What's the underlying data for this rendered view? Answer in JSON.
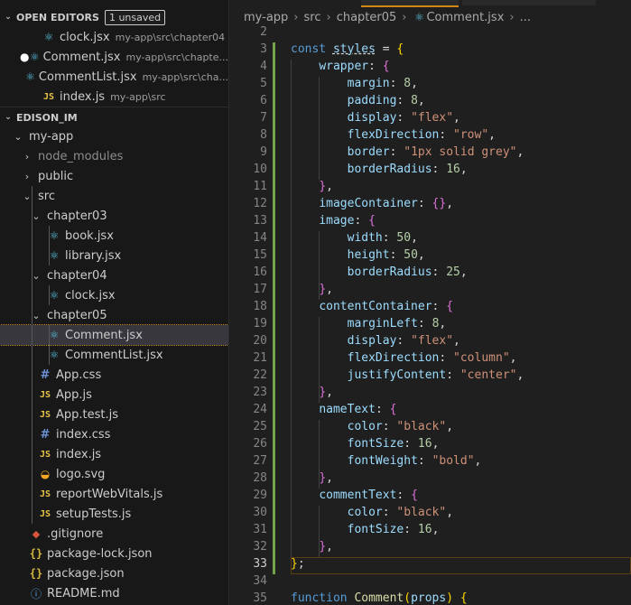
{
  "explorer": {
    "open_editors_label": "OPEN EDITORS",
    "unsaved_badge": "1 unsaved",
    "open_editors": [
      {
        "name": "clock.jsx",
        "path": "my-app\\src\\chapter04",
        "icon": "react-icon",
        "dirty": false
      },
      {
        "name": "Comment.jsx",
        "path": "my-app\\src\\chapte...",
        "icon": "react-icon",
        "dirty": true
      },
      {
        "name": "CommentList.jsx",
        "path": "my-app\\src\\cha...",
        "icon": "react-icon",
        "dirty": false
      },
      {
        "name": "index.js",
        "path": "my-app\\src",
        "icon": "js-icon",
        "dirty": false
      }
    ],
    "workspace_label": "EDISON_IM",
    "tree": [
      {
        "name": "my-app",
        "kind": "folder-open",
        "depth": 0
      },
      {
        "name": "node_modules",
        "kind": "folder-closed",
        "depth": 1,
        "dim": true
      },
      {
        "name": "public",
        "kind": "folder-closed",
        "depth": 1
      },
      {
        "name": "src",
        "kind": "folder-open",
        "depth": 1
      },
      {
        "name": "chapter03",
        "kind": "folder-open",
        "depth": 2
      },
      {
        "name": "book.jsx",
        "kind": "react",
        "depth": 3
      },
      {
        "name": "library.jsx",
        "kind": "react",
        "depth": 3
      },
      {
        "name": "chapter04",
        "kind": "folder-open",
        "depth": 2
      },
      {
        "name": "clock.jsx",
        "kind": "react",
        "depth": 3
      },
      {
        "name": "chapter05",
        "kind": "folder-open",
        "depth": 2
      },
      {
        "name": "Comment.jsx",
        "kind": "react",
        "depth": 3,
        "selected": true
      },
      {
        "name": "CommentList.jsx",
        "kind": "react",
        "depth": 3
      },
      {
        "name": "App.css",
        "kind": "css",
        "depth": 2
      },
      {
        "name": "App.js",
        "kind": "js",
        "depth": 2
      },
      {
        "name": "App.test.js",
        "kind": "js",
        "depth": 2
      },
      {
        "name": "index.css",
        "kind": "css",
        "depth": 2
      },
      {
        "name": "index.js",
        "kind": "js",
        "depth": 2
      },
      {
        "name": "logo.svg",
        "kind": "svg",
        "depth": 2
      },
      {
        "name": "reportWebVitals.js",
        "kind": "js",
        "depth": 2
      },
      {
        "name": "setupTests.js",
        "kind": "js",
        "depth": 2
      },
      {
        "name": ".gitignore",
        "kind": "git",
        "depth": 1
      },
      {
        "name": "package-lock.json",
        "kind": "json",
        "depth": 1
      },
      {
        "name": "package.json",
        "kind": "json",
        "depth": 1
      },
      {
        "name": "README.md",
        "kind": "md",
        "depth": 1
      }
    ]
  },
  "breadcrumbs": [
    "my-app",
    "src",
    "chapter05",
    "Comment.jsx",
    "..."
  ],
  "editor": {
    "current_line": 33,
    "lines": [
      {
        "n": "2",
        "tokens": []
      },
      {
        "n": "3",
        "tokens": [
          [
            "kw",
            "const "
          ],
          [
            "var squig",
            "styles"
          ],
          [
            "p",
            " = "
          ],
          [
            "b1",
            "{"
          ]
        ]
      },
      {
        "n": "4",
        "tokens": [
          [
            "p",
            "    "
          ],
          [
            "var",
            "wrapper"
          ],
          [
            "p",
            ": "
          ],
          [
            "b2",
            "{"
          ]
        ]
      },
      {
        "n": "5",
        "tokens": [
          [
            "p",
            "        "
          ],
          [
            "var",
            "margin"
          ],
          [
            "p",
            ": "
          ],
          [
            "num",
            "8"
          ],
          [
            "p",
            ","
          ]
        ]
      },
      {
        "n": "6",
        "tokens": [
          [
            "p",
            "        "
          ],
          [
            "var",
            "padding"
          ],
          [
            "p",
            ": "
          ],
          [
            "num",
            "8"
          ],
          [
            "p",
            ","
          ]
        ]
      },
      {
        "n": "7",
        "tokens": [
          [
            "p",
            "        "
          ],
          [
            "var",
            "display"
          ],
          [
            "p",
            ": "
          ],
          [
            "str",
            "\"flex\""
          ],
          [
            "p",
            ","
          ]
        ]
      },
      {
        "n": "8",
        "tokens": [
          [
            "p",
            "        "
          ],
          [
            "var",
            "flexDirection"
          ],
          [
            "p",
            ": "
          ],
          [
            "str",
            "\"row\""
          ],
          [
            "p",
            ","
          ]
        ]
      },
      {
        "n": "9",
        "tokens": [
          [
            "p",
            "        "
          ],
          [
            "var",
            "border"
          ],
          [
            "p",
            ": "
          ],
          [
            "str",
            "\"1px solid grey\""
          ],
          [
            "p",
            ","
          ]
        ]
      },
      {
        "n": "10",
        "tokens": [
          [
            "p",
            "        "
          ],
          [
            "var",
            "borderRadius"
          ],
          [
            "p",
            ": "
          ],
          [
            "num",
            "16"
          ],
          [
            "p",
            ","
          ]
        ]
      },
      {
        "n": "11",
        "tokens": [
          [
            "p",
            "    "
          ],
          [
            "b2",
            "}"
          ],
          [
            "p",
            ","
          ]
        ]
      },
      {
        "n": "12",
        "tokens": [
          [
            "p",
            "    "
          ],
          [
            "var",
            "imageContainer"
          ],
          [
            "p",
            ": "
          ],
          [
            "b2",
            "{}"
          ],
          [
            "p",
            ","
          ]
        ]
      },
      {
        "n": "13",
        "tokens": [
          [
            "p",
            "    "
          ],
          [
            "var",
            "image"
          ],
          [
            "p",
            ": "
          ],
          [
            "b2",
            "{"
          ]
        ]
      },
      {
        "n": "14",
        "tokens": [
          [
            "p",
            "        "
          ],
          [
            "var",
            "width"
          ],
          [
            "p",
            ": "
          ],
          [
            "num",
            "50"
          ],
          [
            "p",
            ","
          ]
        ]
      },
      {
        "n": "15",
        "tokens": [
          [
            "p",
            "        "
          ],
          [
            "var",
            "height"
          ],
          [
            "p",
            ": "
          ],
          [
            "num",
            "50"
          ],
          [
            "p",
            ","
          ]
        ]
      },
      {
        "n": "16",
        "tokens": [
          [
            "p",
            "        "
          ],
          [
            "var",
            "borderRadius"
          ],
          [
            "p",
            ": "
          ],
          [
            "num",
            "25"
          ],
          [
            "p",
            ","
          ]
        ]
      },
      {
        "n": "17",
        "tokens": [
          [
            "p",
            "    "
          ],
          [
            "b2",
            "}"
          ],
          [
            "p",
            ","
          ]
        ]
      },
      {
        "n": "18",
        "tokens": [
          [
            "p",
            "    "
          ],
          [
            "var",
            "contentContainer"
          ],
          [
            "p",
            ": "
          ],
          [
            "b2",
            "{"
          ]
        ]
      },
      {
        "n": "19",
        "tokens": [
          [
            "p",
            "        "
          ],
          [
            "var",
            "marginLeft"
          ],
          [
            "p",
            ": "
          ],
          [
            "num",
            "8"
          ],
          [
            "p",
            ","
          ]
        ]
      },
      {
        "n": "20",
        "tokens": [
          [
            "p",
            "        "
          ],
          [
            "var",
            "display"
          ],
          [
            "p",
            ": "
          ],
          [
            "str",
            "\"flex\""
          ],
          [
            "p",
            ","
          ]
        ]
      },
      {
        "n": "21",
        "tokens": [
          [
            "p",
            "        "
          ],
          [
            "var",
            "flexDirection"
          ],
          [
            "p",
            ": "
          ],
          [
            "str",
            "\"column\""
          ],
          [
            "p",
            ","
          ]
        ]
      },
      {
        "n": "22",
        "tokens": [
          [
            "p",
            "        "
          ],
          [
            "var",
            "justifyContent"
          ],
          [
            "p",
            ": "
          ],
          [
            "str",
            "\"center\""
          ],
          [
            "p",
            ","
          ]
        ]
      },
      {
        "n": "23",
        "tokens": [
          [
            "p",
            "    "
          ],
          [
            "b2",
            "}"
          ],
          [
            "p",
            ","
          ]
        ]
      },
      {
        "n": "24",
        "tokens": [
          [
            "p",
            "    "
          ],
          [
            "var",
            "nameText"
          ],
          [
            "p",
            ": "
          ],
          [
            "b2",
            "{"
          ]
        ]
      },
      {
        "n": "25",
        "tokens": [
          [
            "p",
            "        "
          ],
          [
            "var",
            "color"
          ],
          [
            "p",
            ": "
          ],
          [
            "str",
            "\"black\""
          ],
          [
            "p",
            ","
          ]
        ]
      },
      {
        "n": "26",
        "tokens": [
          [
            "p",
            "        "
          ],
          [
            "var",
            "fontSize"
          ],
          [
            "p",
            ": "
          ],
          [
            "num",
            "16"
          ],
          [
            "p",
            ","
          ]
        ]
      },
      {
        "n": "27",
        "tokens": [
          [
            "p",
            "        "
          ],
          [
            "var",
            "fontWeight"
          ],
          [
            "p",
            ": "
          ],
          [
            "str",
            "\"bold\""
          ],
          [
            "p",
            ","
          ]
        ]
      },
      {
        "n": "28",
        "tokens": [
          [
            "p",
            "    "
          ],
          [
            "b2",
            "}"
          ],
          [
            "p",
            ","
          ]
        ]
      },
      {
        "n": "29",
        "tokens": [
          [
            "p",
            "    "
          ],
          [
            "var",
            "commentText"
          ],
          [
            "p",
            ": "
          ],
          [
            "b2",
            "{"
          ]
        ]
      },
      {
        "n": "30",
        "tokens": [
          [
            "p",
            "        "
          ],
          [
            "var",
            "color"
          ],
          [
            "p",
            ": "
          ],
          [
            "str",
            "\"black\""
          ],
          [
            "p",
            ","
          ]
        ]
      },
      {
        "n": "31",
        "tokens": [
          [
            "p",
            "        "
          ],
          [
            "var",
            "fontSize"
          ],
          [
            "p",
            ": "
          ],
          [
            "num",
            "16"
          ],
          [
            "p",
            ","
          ]
        ]
      },
      {
        "n": "32",
        "tokens": [
          [
            "p",
            "    "
          ],
          [
            "b2",
            "}"
          ],
          [
            "p",
            ","
          ]
        ]
      },
      {
        "n": "33",
        "tokens": [
          [
            "b1",
            "}"
          ],
          [
            "p",
            ";"
          ]
        ]
      },
      {
        "n": "34",
        "tokens": []
      },
      {
        "n": "35",
        "tokens": [
          [
            "kw",
            "function "
          ],
          [
            "fn",
            "Comment"
          ],
          [
            "b1",
            "("
          ],
          [
            "var",
            "props"
          ],
          [
            "b1",
            ")"
          ],
          [
            "p",
            " "
          ],
          [
            "b1",
            "{"
          ]
        ]
      }
    ]
  }
}
